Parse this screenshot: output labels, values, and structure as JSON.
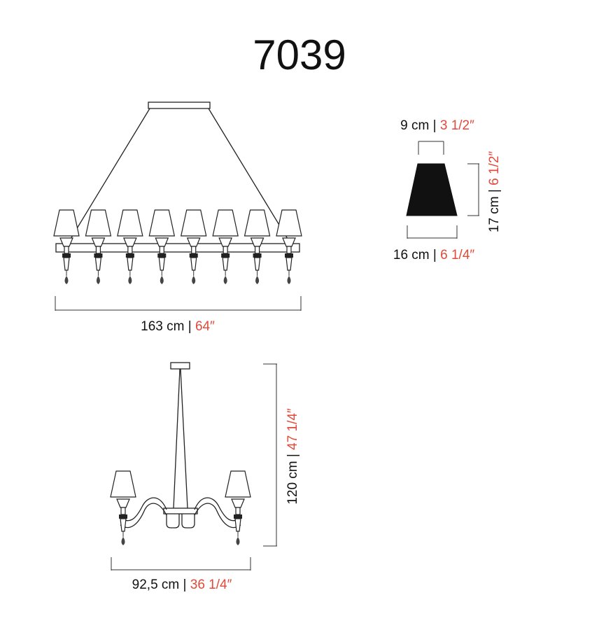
{
  "title": "7039",
  "colors": {
    "metric": "#111111",
    "imperial": "#e2493a",
    "line": "#222222"
  },
  "front_view": {
    "shade_count": 8,
    "width": {
      "metric": "163 cm",
      "sep": " | ",
      "imperial": "64″"
    }
  },
  "shade_detail": {
    "top": {
      "metric": "9 cm",
      "sep": " | ",
      "imperial": "3 1/2″"
    },
    "bottom": {
      "metric": "16 cm",
      "sep": " | ",
      "imperial": "6 1/4″"
    },
    "height": {
      "metric": "17 cm",
      "sep": " | ",
      "imperial": "6 1/2″"
    }
  },
  "side_view": {
    "width": {
      "metric": "92,5 cm",
      "sep": " | ",
      "imperial": "36 1/4″"
    },
    "height": {
      "metric": "120 cm",
      "sep": " | ",
      "imperial": "47 1/4″"
    }
  }
}
